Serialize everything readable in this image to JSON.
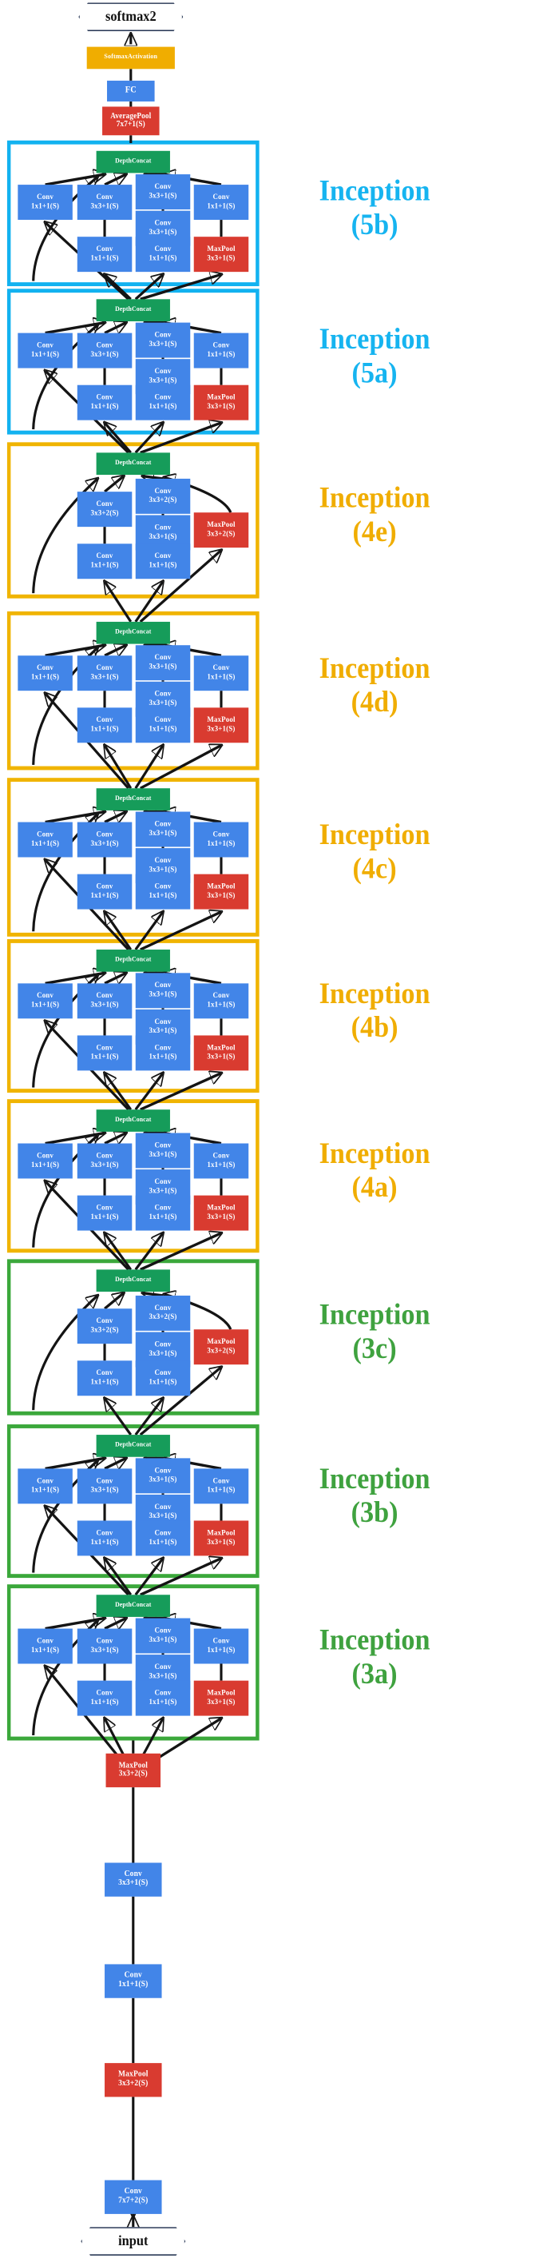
{
  "diagram": {
    "title": "GoogLeNet / Inception v1 architecture",
    "orientation": "bottom-to-top",
    "terminals": {
      "input": "input",
      "output": "softmax2"
    },
    "palette": {
      "conv": "#4285e8",
      "pool": "#d93b30",
      "concat": "#169c5a",
      "softmax_activation": "#f0ad00",
      "fc": "#4285e8",
      "frame_cyan": "#12b2f0",
      "frame_amber": "#f0b400",
      "frame_green": "#3ba83b",
      "label_cyan": "#16b4f0",
      "label_amber": "#f0ad00",
      "label_green": "#3fa23f",
      "edge": "#141414",
      "terminal_border": "#2b3a57",
      "background": "#ffffff"
    },
    "node_types": [
      "Conv",
      "MaxPool",
      "AveragePool",
      "DepthConcat",
      "FC",
      "SoftmaxActivation"
    ]
  },
  "head": {
    "softmax_label": "softmax2",
    "softmax_activation": {
      "l1": "SoftmaxActivation",
      "l2": ""
    },
    "fc": {
      "l1": "FC",
      "l2": ""
    },
    "avgpool": {
      "l1": "AveragePool",
      "l2": "7x7+1(S)"
    }
  },
  "stem": {
    "maxpool_top": {
      "l1": "MaxPool",
      "l2": "3x3+2(S)"
    },
    "conv3": {
      "l1": "Conv",
      "l2": "3x3+1(S)"
    },
    "conv1": {
      "l1": "Conv",
      "l2": "1x1+1(S)"
    },
    "maxpool_bot": {
      "l1": "MaxPool",
      "l2": "3x3+2(S)"
    },
    "conv7": {
      "l1": "Conv",
      "l2": "7x7+2(S)"
    },
    "input_label": "input"
  },
  "groups": [
    {
      "id": "5b",
      "label": "Inception\n(5b)",
      "color_key": "cyan",
      "concat": {
        "l1": "DepthConcat",
        "l2": ""
      },
      "branch_1x1": {
        "l1": "Conv",
        "l2": "1x1+1(S)"
      },
      "branch_3x3": {
        "l1": "Conv",
        "l2": "3x3+1(S)"
      },
      "branch_5x5_a": {
        "l1": "Conv",
        "l2": "3x3+1(S)"
      },
      "branch_5x5_b": {
        "l1": "Conv",
        "l2": "3x3+1(S)"
      },
      "branch_pool_proj": {
        "l1": "Conv",
        "l2": "1x1+1(S)"
      },
      "reduce_3x3": {
        "l1": "Conv",
        "l2": "1x1+1(S)"
      },
      "reduce_5x5": {
        "l1": "Conv",
        "l2": "1x1+1(S)"
      },
      "pool": {
        "l1": "MaxPool",
        "l2": "3x3+1(S)"
      }
    },
    {
      "id": "5a",
      "label": "Inception\n(5a)",
      "color_key": "cyan",
      "concat": {
        "l1": "DepthConcat",
        "l2": ""
      },
      "branch_1x1": {
        "l1": "Conv",
        "l2": "1x1+1(S)"
      },
      "branch_3x3": {
        "l1": "Conv",
        "l2": "3x3+1(S)"
      },
      "branch_5x5_a": {
        "l1": "Conv",
        "l2": "3x3+1(S)"
      },
      "branch_5x5_b": {
        "l1": "Conv",
        "l2": "3x3+1(S)"
      },
      "branch_pool_proj": {
        "l1": "Conv",
        "l2": "1x1+1(S)"
      },
      "reduce_3x3": {
        "l1": "Conv",
        "l2": "1x1+1(S)"
      },
      "reduce_5x5": {
        "l1": "Conv",
        "l2": "1x1+1(S)"
      },
      "pool": {
        "l1": "MaxPool",
        "l2": "3x3+1(S)"
      }
    },
    {
      "id": "4e",
      "label": "Inception\n(4e)",
      "color_key": "amber",
      "concat": {
        "l1": "DepthConcat",
        "l2": ""
      },
      "branch_3x3": {
        "l1": "Conv",
        "l2": "3x3+2(S)"
      },
      "branch_5x5_a": {
        "l1": "Conv",
        "l2": "3x3+2(S)"
      },
      "branch_5x5_b": {
        "l1": "Conv",
        "l2": "3x3+1(S)"
      },
      "reduce_3x3": {
        "l1": "Conv",
        "l2": "1x1+1(S)"
      },
      "reduce_5x5": {
        "l1": "Conv",
        "l2": "1x1+1(S)"
      },
      "pool": {
        "l1": "MaxPool",
        "l2": "3x3+2(S)"
      }
    },
    {
      "id": "4d",
      "label": "Inception\n(4d)",
      "color_key": "amber",
      "concat": {
        "l1": "DepthConcat",
        "l2": ""
      },
      "branch_1x1": {
        "l1": "Conv",
        "l2": "1x1+1(S)"
      },
      "branch_3x3": {
        "l1": "Conv",
        "l2": "3x3+1(S)"
      },
      "branch_5x5_a": {
        "l1": "Conv",
        "l2": "3x3+1(S)"
      },
      "branch_5x5_b": {
        "l1": "Conv",
        "l2": "3x3+1(S)"
      },
      "branch_pool_proj": {
        "l1": "Conv",
        "l2": "1x1+1(S)"
      },
      "reduce_3x3": {
        "l1": "Conv",
        "l2": "1x1+1(S)"
      },
      "reduce_5x5": {
        "l1": "Conv",
        "l2": "1x1+1(S)"
      },
      "pool": {
        "l1": "MaxPool",
        "l2": "3x3+1(S)"
      }
    },
    {
      "id": "4c",
      "label": "Inception\n(4c)",
      "color_key": "amber",
      "concat": {
        "l1": "DepthConcat",
        "l2": ""
      },
      "branch_1x1": {
        "l1": "Conv",
        "l2": "1x1+1(S)"
      },
      "branch_3x3": {
        "l1": "Conv",
        "l2": "3x3+1(S)"
      },
      "branch_5x5_a": {
        "l1": "Conv",
        "l2": "3x3+1(S)"
      },
      "branch_5x5_b": {
        "l1": "Conv",
        "l2": "3x3+1(S)"
      },
      "branch_pool_proj": {
        "l1": "Conv",
        "l2": "1x1+1(S)"
      },
      "reduce_3x3": {
        "l1": "Conv",
        "l2": "1x1+1(S)"
      },
      "reduce_5x5": {
        "l1": "Conv",
        "l2": "1x1+1(S)"
      },
      "pool": {
        "l1": "MaxPool",
        "l2": "3x3+1(S)"
      }
    },
    {
      "id": "4b",
      "label": "Inception\n(4b)",
      "color_key": "amber",
      "concat": {
        "l1": "DepthConcat",
        "l2": ""
      },
      "branch_1x1": {
        "l1": "Conv",
        "l2": "1x1+1(S)"
      },
      "branch_3x3": {
        "l1": "Conv",
        "l2": "3x3+1(S)"
      },
      "branch_5x5_a": {
        "l1": "Conv",
        "l2": "3x3+1(S)"
      },
      "branch_5x5_b": {
        "l1": "Conv",
        "l2": "3x3+1(S)"
      },
      "branch_pool_proj": {
        "l1": "Conv",
        "l2": "1x1+1(S)"
      },
      "reduce_3x3": {
        "l1": "Conv",
        "l2": "1x1+1(S)"
      },
      "reduce_5x5": {
        "l1": "Conv",
        "l2": "1x1+1(S)"
      },
      "pool": {
        "l1": "MaxPool",
        "l2": "3x3+1(S)"
      }
    },
    {
      "id": "4a",
      "label": "Inception\n(4a)",
      "color_key": "amber",
      "concat": {
        "l1": "DepthConcat",
        "l2": ""
      },
      "branch_1x1": {
        "l1": "Conv",
        "l2": "1x1+1(S)"
      },
      "branch_3x3": {
        "l1": "Conv",
        "l2": "3x3+1(S)"
      },
      "branch_5x5_a": {
        "l1": "Conv",
        "l2": "3x3+1(S)"
      },
      "branch_5x5_b": {
        "l1": "Conv",
        "l2": "3x3+1(S)"
      },
      "branch_pool_proj": {
        "l1": "Conv",
        "l2": "1x1+1(S)"
      },
      "reduce_3x3": {
        "l1": "Conv",
        "l2": "1x1+1(S)"
      },
      "reduce_5x5": {
        "l1": "Conv",
        "l2": "1x1+1(S)"
      },
      "pool": {
        "l1": "MaxPool",
        "l2": "3x3+1(S)"
      }
    },
    {
      "id": "3c",
      "label": "Inception\n(3c)",
      "color_key": "green",
      "concat": {
        "l1": "DepthConcat",
        "l2": ""
      },
      "branch_3x3": {
        "l1": "Conv",
        "l2": "3x3+2(S)"
      },
      "branch_5x5_a": {
        "l1": "Conv",
        "l2": "3x3+2(S)"
      },
      "branch_5x5_b": {
        "l1": "Conv",
        "l2": "3x3+1(S)"
      },
      "reduce_3x3": {
        "l1": "Conv",
        "l2": "1x1+1(S)"
      },
      "reduce_5x5": {
        "l1": "Conv",
        "l2": "1x1+1(S)"
      },
      "pool": {
        "l1": "MaxPool",
        "l2": "3x3+2(S)"
      }
    },
    {
      "id": "3b",
      "label": "Inception\n(3b)",
      "color_key": "green",
      "concat": {
        "l1": "DepthConcat",
        "l2": ""
      },
      "branch_1x1": {
        "l1": "Conv",
        "l2": "1x1+1(S)"
      },
      "branch_3x3": {
        "l1": "Conv",
        "l2": "3x3+1(S)"
      },
      "branch_5x5_a": {
        "l1": "Conv",
        "l2": "3x3+1(S)"
      },
      "branch_5x5_b": {
        "l1": "Conv",
        "l2": "3x3+1(S)"
      },
      "branch_pool_proj": {
        "l1": "Conv",
        "l2": "1x1+1(S)"
      },
      "reduce_3x3": {
        "l1": "Conv",
        "l2": "1x1+1(S)"
      },
      "reduce_5x5": {
        "l1": "Conv",
        "l2": "1x1+1(S)"
      },
      "pool": {
        "l1": "MaxPool",
        "l2": "3x3+1(S)"
      }
    },
    {
      "id": "3a",
      "label": "Inception\n(3a)",
      "color_key": "green",
      "concat": {
        "l1": "DepthConcat",
        "l2": ""
      },
      "branch_1x1": {
        "l1": "Conv",
        "l2": "1x1+1(S)"
      },
      "branch_3x3": {
        "l1": "Conv",
        "l2": "3x3+1(S)"
      },
      "branch_5x5_a": {
        "l1": "Conv",
        "l2": "3x3+1(S)"
      },
      "branch_5x5_b": {
        "l1": "Conv",
        "l2": "3x3+1(S)"
      },
      "branch_pool_proj": {
        "l1": "Conv",
        "l2": "1x1+1(S)"
      },
      "reduce_3x3": {
        "l1": "Conv",
        "l2": "1x1+1(S)"
      },
      "reduce_5x5": {
        "l1": "Conv",
        "l2": "1x1+1(S)"
      },
      "pool": {
        "l1": "MaxPool",
        "l2": "3x3+1(S)"
      }
    }
  ]
}
